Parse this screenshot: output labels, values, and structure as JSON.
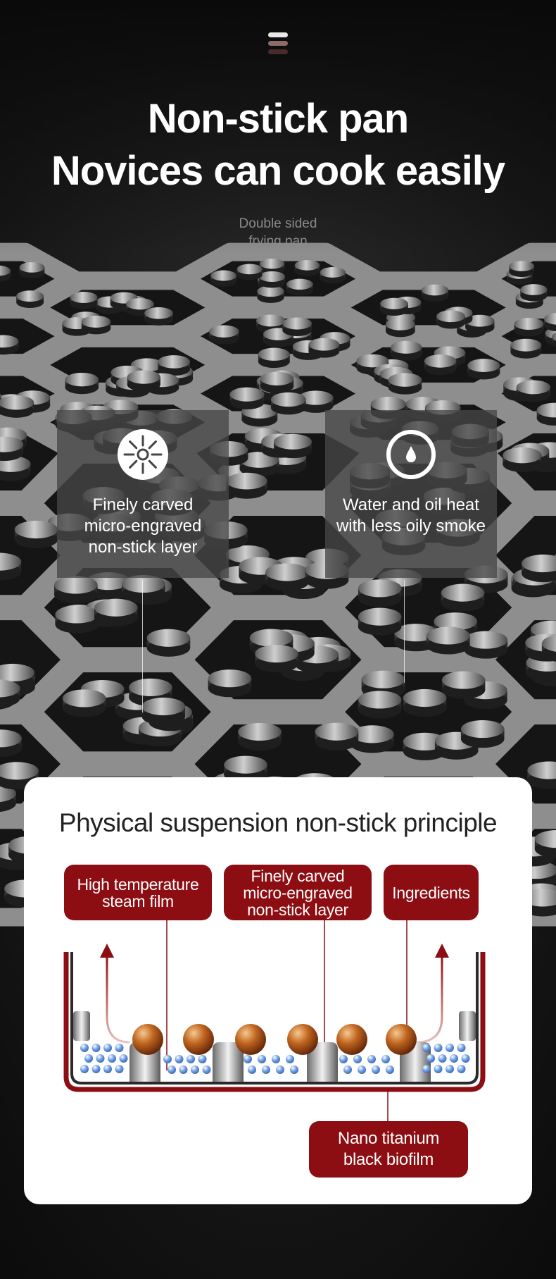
{
  "header": {
    "headline_line1": "Non-stick pan",
    "headline_line2": "Novices can cook easily",
    "subtitle_line1": "Double sided",
    "subtitle_line2": "frying pan"
  },
  "features": [
    {
      "icon": "sun-burst-icon",
      "text": "Finely carved\nmicro-engraved\nnon-stick layer"
    },
    {
      "icon": "water-drop-icon",
      "text": "Water and oil heat\nwith less oily smoke"
    }
  ],
  "principle": {
    "title": "Physical suspension non-stick principle",
    "labels": {
      "steam_film": "High temperature\nsteam film",
      "engraved_layer": "Finely carved\nmicro-engraved\nnon-stick layer",
      "ingredients": "Ingredients",
      "biofilm": "Nano titanium\nblack biofilm"
    }
  },
  "colors": {
    "accent_red": "#8c0d12",
    "card_bg": "#ffffff",
    "background": "#121212",
    "grid_gray": "#8e8e8e",
    "bubble_blue": "#3f74c9",
    "ball_copper": "#b5581e"
  }
}
